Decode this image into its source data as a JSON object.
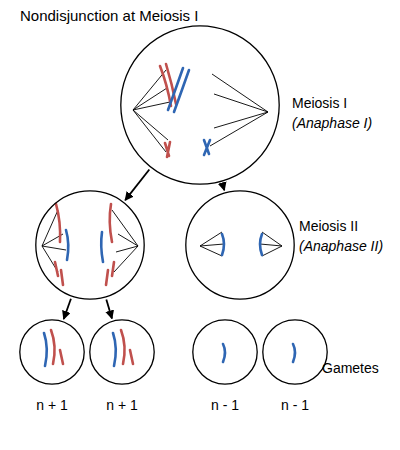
{
  "diagram": {
    "title": "Nondisjunction at Meiosis I",
    "nodes": [
      {
        "text": [
          "Meiosis I",
          "(Anaphase I)"
        ]
      },
      {
        "text": []
      },
      {
        "text": [
          "Meiosis II",
          "(Anaphase II)"
        ]
      },
      {
        "text": [
          "n + 1"
        ]
      },
      {
        "text": [
          "n + 1"
        ]
      },
      {
        "text": [
          "n - 1"
        ]
      },
      {
        "text": [
          "n - 1"
        ]
      }
    ],
    "edges": [
      {
        "from": 0,
        "to": 1,
        "arrow": "to"
      },
      {
        "from": 0,
        "to": 2,
        "arrow": "to"
      },
      {
        "from": 1,
        "to": 3,
        "arrow": "to"
      },
      {
        "from": 1,
        "to": 4,
        "arrow": "to"
      }
    ],
    "labels": [
      "Gametes"
    ]
  }
}
